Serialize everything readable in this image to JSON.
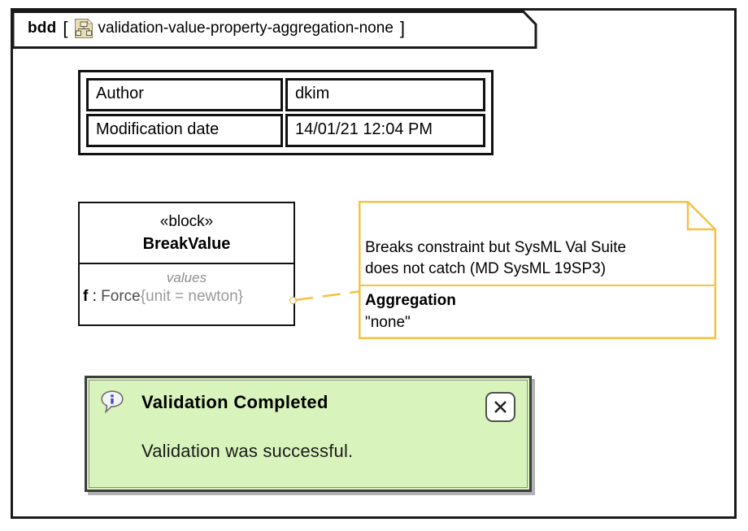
{
  "diagram": {
    "kind": "bdd",
    "bracket_open": "[",
    "bracket_close": "]",
    "name": "validation-value-property-aggregation-none",
    "type_icon": "block-definition-diagram-icon",
    "icon_colors": {
      "fill": "#e8ddb5",
      "stroke": "#8a7f5c",
      "page_fold": "#ffffff"
    },
    "frame_color": "#1a1a1a"
  },
  "meta_table": {
    "rows": [
      {
        "key": "Author",
        "value": "dkim"
      },
      {
        "key": "Modification date",
        "value": "14/01/21 12:04 PM"
      }
    ]
  },
  "block": {
    "stereotype": "«block»",
    "name": "BreakValue",
    "compartment_label": "values",
    "value_property": {
      "name": "f",
      "separator": " : ",
      "type": "Force",
      "unit_constraint": "{unit = newton}",
      "full_text": "f : Force{unit = newton}"
    }
  },
  "note": {
    "border_color": "#f5c242",
    "lines": [
      "Breaks constraint but SysML Val Suite",
      "does not catch (MD SysML 19SP3)"
    ],
    "tag_name": "Aggregation",
    "tag_value": "\"none\"",
    "link_style": "dashed"
  },
  "dialog": {
    "icon": "info-balloon-icon",
    "title": "Validation Completed",
    "message": "Validation was successful.",
    "close_label": "×",
    "background_color": "#d9f3bc",
    "border_color": "#3d3d3d",
    "icon_accent_color": "#3b4bc8"
  }
}
